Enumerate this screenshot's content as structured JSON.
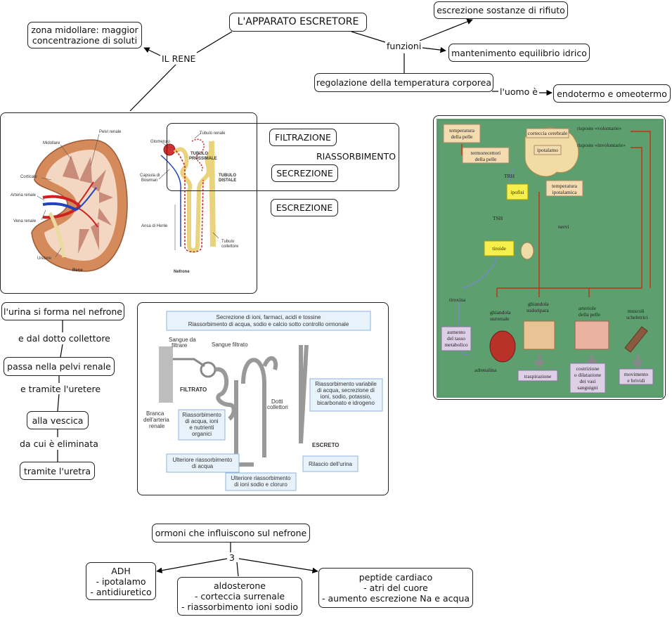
{
  "title": "L'APPARATO ESCRETORE",
  "nodes": {
    "rene": "IL RENE",
    "midollare_1": "zona midollare: maggior",
    "midollare_2": "concentrazione di soluti",
    "funzioni": "funzioni",
    "escrezione_rifiuto": "escrezione sostanze di rifiuto",
    "equilibrio_idrico": "mantenimento equilibrio idrico",
    "regolazione_temp": "regolazione della temperatura corporea",
    "uomo_e": "l'uomo è",
    "endotermo": "endotermo e omeotermo",
    "filtrazione": "FILTRAZIONE",
    "riassorbimento": "RIASSORBIMENTO",
    "secrezione": "SECREZIONE",
    "escrezione": "ESCREZIONE"
  },
  "urine_path": [
    "l'urina si forma nel nefrone",
    "e dal dotto collettore",
    "passa nella pelvi renale",
    "e tramite l'uretere",
    "alla vescica",
    "da cui è eliminata",
    "tramite l'uretra"
  ],
  "hormones": {
    "header": "ormoni che influiscono sul nefrone",
    "count": "3",
    "adh": [
      "ADH",
      "- ipotalamo",
      "- antidiuretico"
    ],
    "aldosterone": [
      "aldosterone",
      "- corteccia surrenale",
      "- riassorbimento ioni sodio"
    ],
    "peptide": [
      "peptide cardiaco",
      "-  atri del cuore",
      "- aumento escrezione Na e acqua"
    ]
  },
  "kidney_image": {
    "labels": [
      "Midollare",
      "Pelvi renale",
      "Corticale",
      "Arteria renale",
      "Vena renale",
      "Uretere",
      "Rene",
      "Glomerulo",
      "Tubulo renale",
      "TUBULO",
      "PROSSIMALE",
      "Capsula di",
      "Bowman",
      "TUBULO",
      "DISTALE",
      "Ansa di Henle",
      "Tubulo",
      "collettore",
      "Nefrone"
    ]
  },
  "nephron_image": {
    "top_1": "Secrezione di ioni, farmaci, acidi e tossine",
    "top_2": "Riassorbimento di acqua, sodio e calcio sotto controllo ormonale",
    "sangue_filtrare_1": "Sangue da",
    "sangue_filtrare_2": "filtrare",
    "sangue_filtrato": "Sangue filtrato",
    "filtrato": "FILTRATO",
    "branca_1": "Branca",
    "branca_2": "dell'arteria",
    "branca_3": "renale",
    "riass_1": [
      "Riassorbimento",
      "di acqua, ioni",
      "e nutrienti",
      "organici"
    ],
    "ulteriore_1": [
      "Ulteriore riassorbimento",
      "di acqua"
    ],
    "ulteriore_2": [
      "Ulteriore riassorbimento",
      "di ioni sodio e cloruro"
    ],
    "dotti_1": "Dotti",
    "dotti_2": "collettori",
    "variabile": [
      "Riassorbimento variabile",
      "di acqua,  secrezione di",
      "ioni, sodio, potassio,",
      "bicarbonato e idrogeno"
    ],
    "escreto": "ESCRETO",
    "rilascio": "Rilascio dell'urina"
  },
  "thermo_image": {
    "temp_pelle_1": "temperatura",
    "temp_pelle_2": "della pelle",
    "corteccia": "corteccia cerebrale",
    "risposte_vol": "risposte «volontarie»",
    "risposte_invol": "risposte «involontarie»",
    "ipotalamo": "ipotalamo",
    "termorecettori_1": "termorecettori",
    "termorecettori_2": "della pelle",
    "trh": "TRH",
    "ipofisi": "ipofisi",
    "temp_ipo_1": "temperatura",
    "temp_ipo_2": "ipotalamica",
    "tsh": "TSH",
    "nervi": "nervi",
    "tiroide": "tiroide",
    "tiroxina": "tiroxina",
    "ghiandola_surr_1": "ghiandola",
    "ghiandola_surr_2": "surrenale",
    "ghiandola_sud_1": "ghiandola",
    "ghiandola_sud_2": "sudoripara",
    "arteriole_1": "arteriole",
    "arteriole_2": "della pelle",
    "muscoli_1": "muscoli",
    "muscoli_2": "scheletrici",
    "aumento": [
      "aumento",
      "del tasso",
      "metabolico"
    ],
    "adrenalina": "adrenalina",
    "traspirazione": "traspirazione",
    "costrizione": [
      "costrizione",
      "o dilatazione",
      "dei vasi",
      "sanguigni"
    ],
    "movimento": [
      "movimento",
      "e brividi"
    ]
  }
}
